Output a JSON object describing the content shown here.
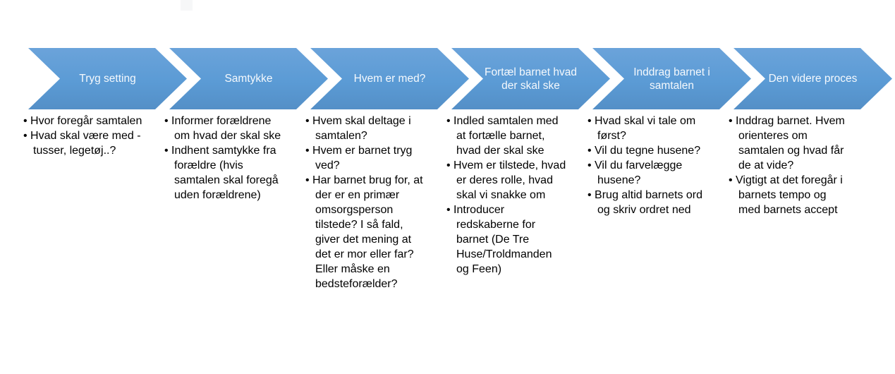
{
  "diagram": {
    "type": "process-chevron-flow",
    "language": "da",
    "colors": {
      "chevron_fill": "#5b9bd5",
      "chevron_title_text": "#f5f9fd",
      "bullet_text": "#000000",
      "background": "#ffffff"
    },
    "bullet_glyph": "•"
  },
  "steps": [
    {
      "title": "Tryg setting",
      "bullets": [
        "Hvor foregår samtalen",
        "Hvad skal være med - tusser, legetøj..?"
      ]
    },
    {
      "title": "Samtykke",
      "bullets": [
        "Informer forældrene om hvad der skal ske",
        "Indhent samtykke fra forældre (hvis samtalen skal foregå uden forældrene)"
      ]
    },
    {
      "title": "Hvem er med?",
      "bullets": [
        "Hvem skal deltage i samtalen?",
        "Hvem er barnet tryg ved?",
        "Har barnet brug for, at der er en primær omsorgsperson tilstede? I så fald, giver det mening at det er mor eller far? Eller måske en bedsteforælder?"
      ]
    },
    {
      "title": "Fortæl barnet hvad der skal ske",
      "bullets": [
        "Indled samtalen med at fortælle barnet, hvad der skal ske",
        "Hvem er tilstede, hvad er deres rolle, hvad skal vi snakke om",
        "Introducer redskaberne for barnet (De Tre Huse/Troldmanden og Feen)"
      ]
    },
    {
      "title": "Inddrag barnet i samtalen",
      "bullets": [
        "Hvad skal vi tale om først?",
        "Vil du tegne husene?",
        "Vil du farvelægge husene?",
        "Brug altid barnets ord og skriv ordret ned"
      ]
    },
    {
      "title": "Den videre proces",
      "bullets": [
        "Inddrag barnet. Hvem orienteres om samtalen og hvad får de at vide?",
        "Vigtigt at det foregår i barnets tempo og med barnets accept"
      ]
    }
  ]
}
